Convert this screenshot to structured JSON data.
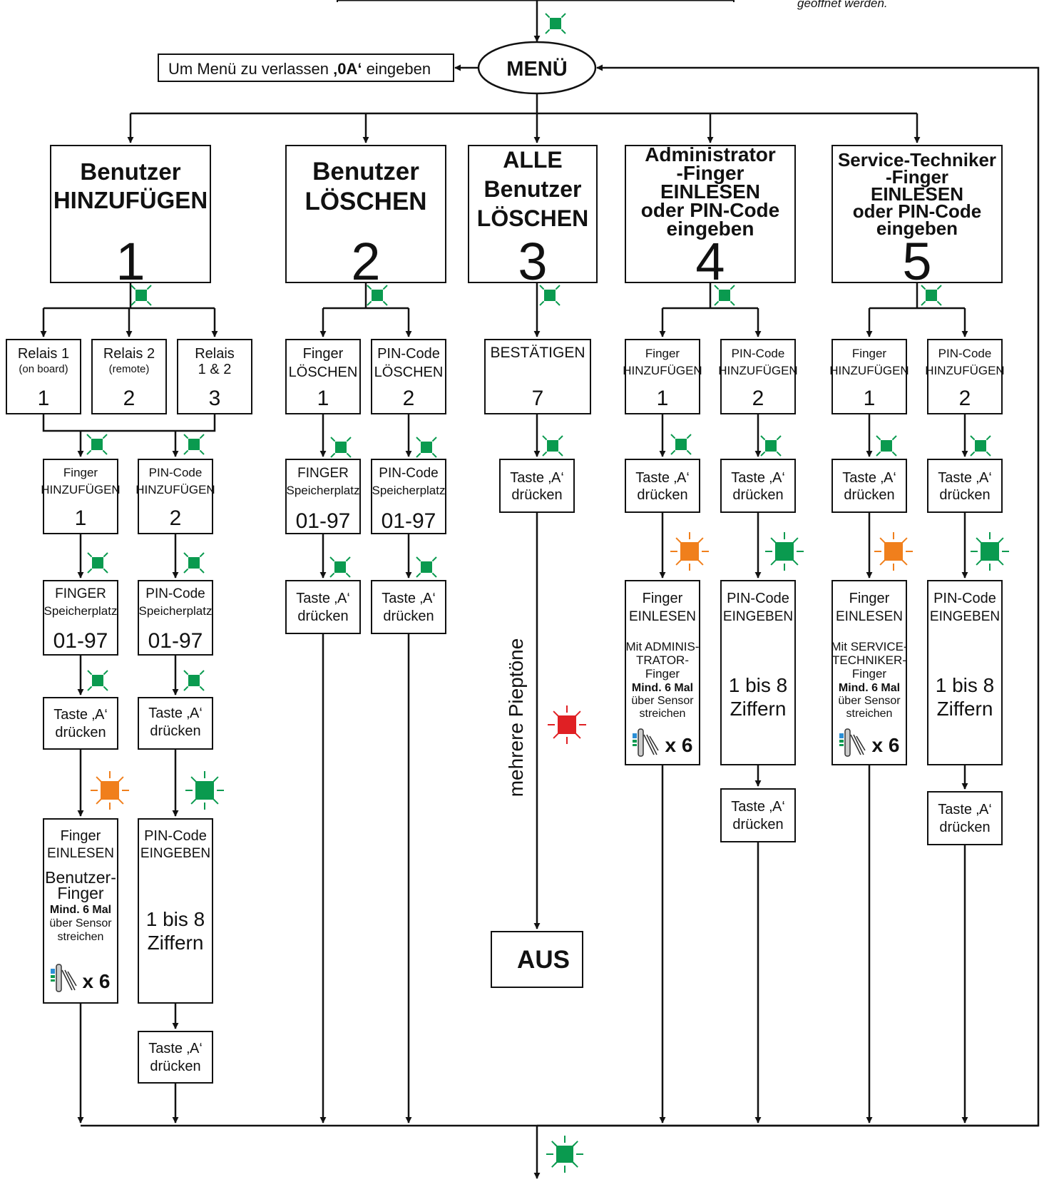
{
  "top_note": "geöffnet werden.",
  "exit_note": {
    "pre": "Um Menü zu verlassen ",
    "bold": "‚0A‘",
    "post": " eingeben"
  },
  "menu_label": "MENÜ",
  "colors": {
    "green": "#0a9a4f",
    "orange": "#f07f1c",
    "red": "#e02024",
    "line": "#111111"
  },
  "main_boxes": [
    {
      "lines": [
        "Benutzer",
        "HINZUFÜGEN"
      ],
      "number": "1"
    },
    {
      "lines": [
        "Benutzer",
        "LÖSCHEN"
      ],
      "number": "2"
    },
    {
      "lines": [
        "ALLE",
        "Benutzer",
        "LÖSCHEN"
      ],
      "number": "3"
    },
    {
      "lines": [
        "Administrator",
        "-Finger",
        "EINLESEN",
        "oder PIN-Code",
        "eingeben"
      ],
      "number": "4"
    },
    {
      "lines": [
        "Service-Techniker",
        "-Finger",
        "EINLESEN",
        "oder PIN-Code",
        "eingeben"
      ],
      "number": "5"
    }
  ],
  "relais": [
    {
      "title": "Relais 1",
      "sub": "(on board)",
      "number": "1"
    },
    {
      "title": "Relais 2",
      "sub": "(remote)",
      "number": "2"
    },
    {
      "title": "Relais",
      "sub": "1 & 2",
      "number": "3"
    }
  ],
  "sub_boxes": {
    "finger_add": [
      "Finger",
      "HINZUFÜGEN"
    ],
    "pin_add": [
      "PIN-Code",
      "HINZUFÜGEN"
    ],
    "finger_del": [
      "Finger",
      "LÖSCHEN"
    ],
    "pin_del": [
      "PIN-Code",
      "LÖSCHEN"
    ],
    "confirm": "BESTÄTIGEN",
    "confirm_number": "7",
    "num1": "1",
    "num2": "2",
    "finger_slot": [
      "FINGER",
      "Speicherplatz"
    ],
    "pin_slot": [
      "PIN-Code",
      "Speicherplatz"
    ],
    "slot_range": "01-97",
    "taste": [
      "Taste ‚A‘",
      "drücken"
    ],
    "finger_read": [
      "Finger",
      "EINLESEN"
    ],
    "pin_enter": [
      "PIN-Code",
      "EINGEBEN"
    ],
    "digits": [
      "1 bis 8",
      "Ziffern"
    ],
    "user_finger": [
      "Benutzer-",
      "Finger"
    ],
    "admin_finger": [
      "Mit ADMINIS-",
      "TRATOR-",
      "Finger"
    ],
    "service_finger": [
      "Mit SERVICE-",
      "TECHNIKER-",
      "Finger"
    ],
    "min_six": "Mind. 6 Mal",
    "swipe": [
      "über Sensor",
      "streichen"
    ],
    "times_six": "x 6"
  },
  "beeps_label": "mehrere Pieptöne",
  "off_label": "AUS"
}
